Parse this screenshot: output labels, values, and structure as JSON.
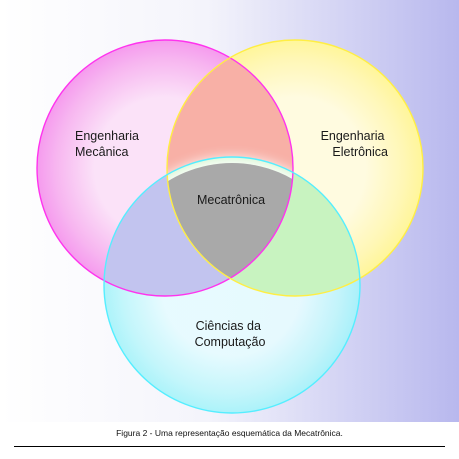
{
  "diagram": {
    "sets": [
      {
        "id": "mecanica",
        "lines": [
          "Engenharia",
          "Mecânica"
        ],
        "color": "#ff33ee"
      },
      {
        "id": "eletronica",
        "lines": [
          "Engenharia",
          "Eletrônica"
        ],
        "color": "#ffff66"
      },
      {
        "id": "computacao",
        "lines": [
          "Ciências da",
          "Computação"
        ],
        "color": "#66ffff"
      }
    ],
    "intersection_label": "Mecatrônica",
    "intersection_color": "#a8a8a8"
  },
  "caption": "Figura 2 - Uma representação esquemática da Mecatrônica."
}
